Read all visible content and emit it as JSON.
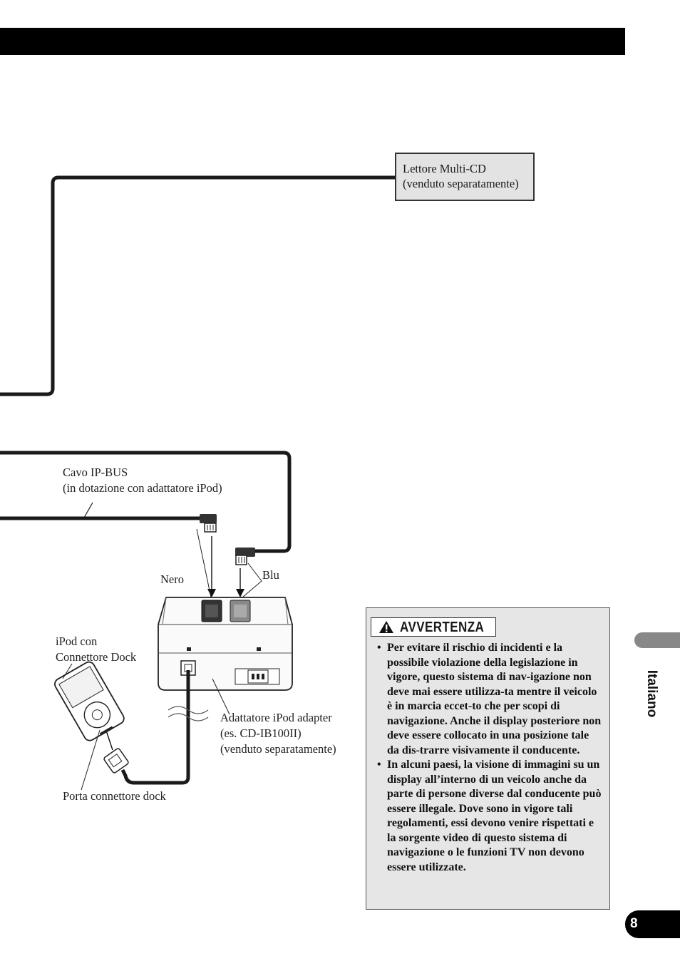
{
  "labels": {
    "multi_cd_line1": "Lettore Multi-CD",
    "multi_cd_line2": "(venduto separatamente)",
    "ipbus_line1": "Cavo IP-BUS",
    "ipbus_line2": "(in dotazione con adattatore iPod)",
    "nero": "Nero",
    "blu": "Blu",
    "ipod_line1": "iPod con",
    "ipod_line2": "Connettore Dock",
    "adapter_line1": "Adattatore iPod adapter",
    "adapter_line2": "(es. CD-IB100II)",
    "adapter_line3": "(venduto separatamente)",
    "dock_port": "Porta connettore dock"
  },
  "warning": {
    "title": "AVVERTENZA",
    "items": [
      "Per evitare il rischio di incidenti e la possibile violazione della legislazione in vigore, questo sistema di nav-igazione non deve mai essere utilizza-ta mentre il veicolo è in marcia eccet-to che per scopi di navigazione. Anche il display posteriore non deve essere collocato in una posizione tale da dis-trarre visivamente il conducente.",
      "In alcuni paesi, la visione di immagini su un display all’interno di un veicolo anche da parte di persone diverse dal conducente può essere illegale. Dove sono in vigore tali regolamenti, essi devono venire rispettati e la sorgente video di questo sistema di navigazione o le funzioni TV non devono essere utilizzate."
    ]
  },
  "side_tab": {
    "language": "Italiano"
  },
  "page_number": "8",
  "colors": {
    "header_bar": "#000000",
    "box_fill": "#e3e3e3",
    "tab_gray": "#888888"
  }
}
